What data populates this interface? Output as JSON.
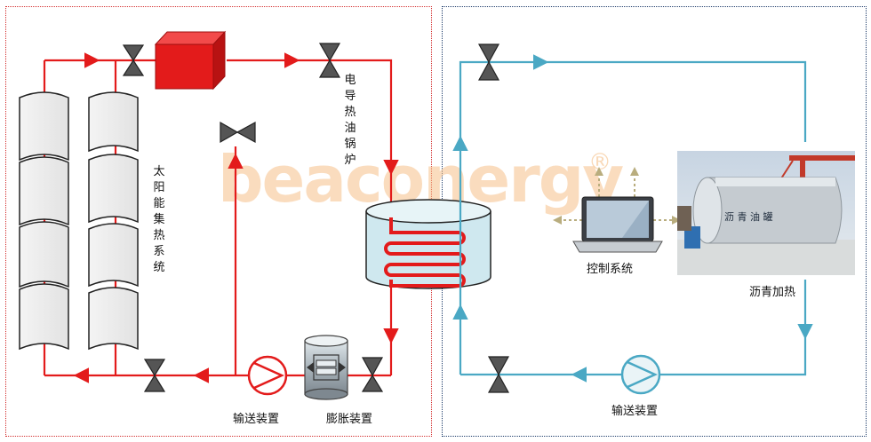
{
  "labels": {
    "solar": "太阳能集热系统",
    "boiler": "电导热油锅炉",
    "pump_left": "输送装置",
    "expansion": "膨胀装置",
    "control": "控制系统",
    "asphalt": "沥青加热",
    "pump_right": "输送装置",
    "tank_text": "沥 青 油 罐"
  },
  "watermark": {
    "text": "beaconergy",
    "reg_mark": "®"
  },
  "colors": {
    "hot_loop": "#e31b1b",
    "cold_loop": "#4aa8c4",
    "left_border": "#d32f2f",
    "right_border": "#1f3d6b",
    "watermark": "#f6c08a"
  },
  "icons": [
    "valve-icon",
    "pump-icon",
    "laptop-icon",
    "boiler-cube-icon",
    "expansion-tank-icon",
    "heat-exchanger-icon",
    "collector-icon"
  ]
}
